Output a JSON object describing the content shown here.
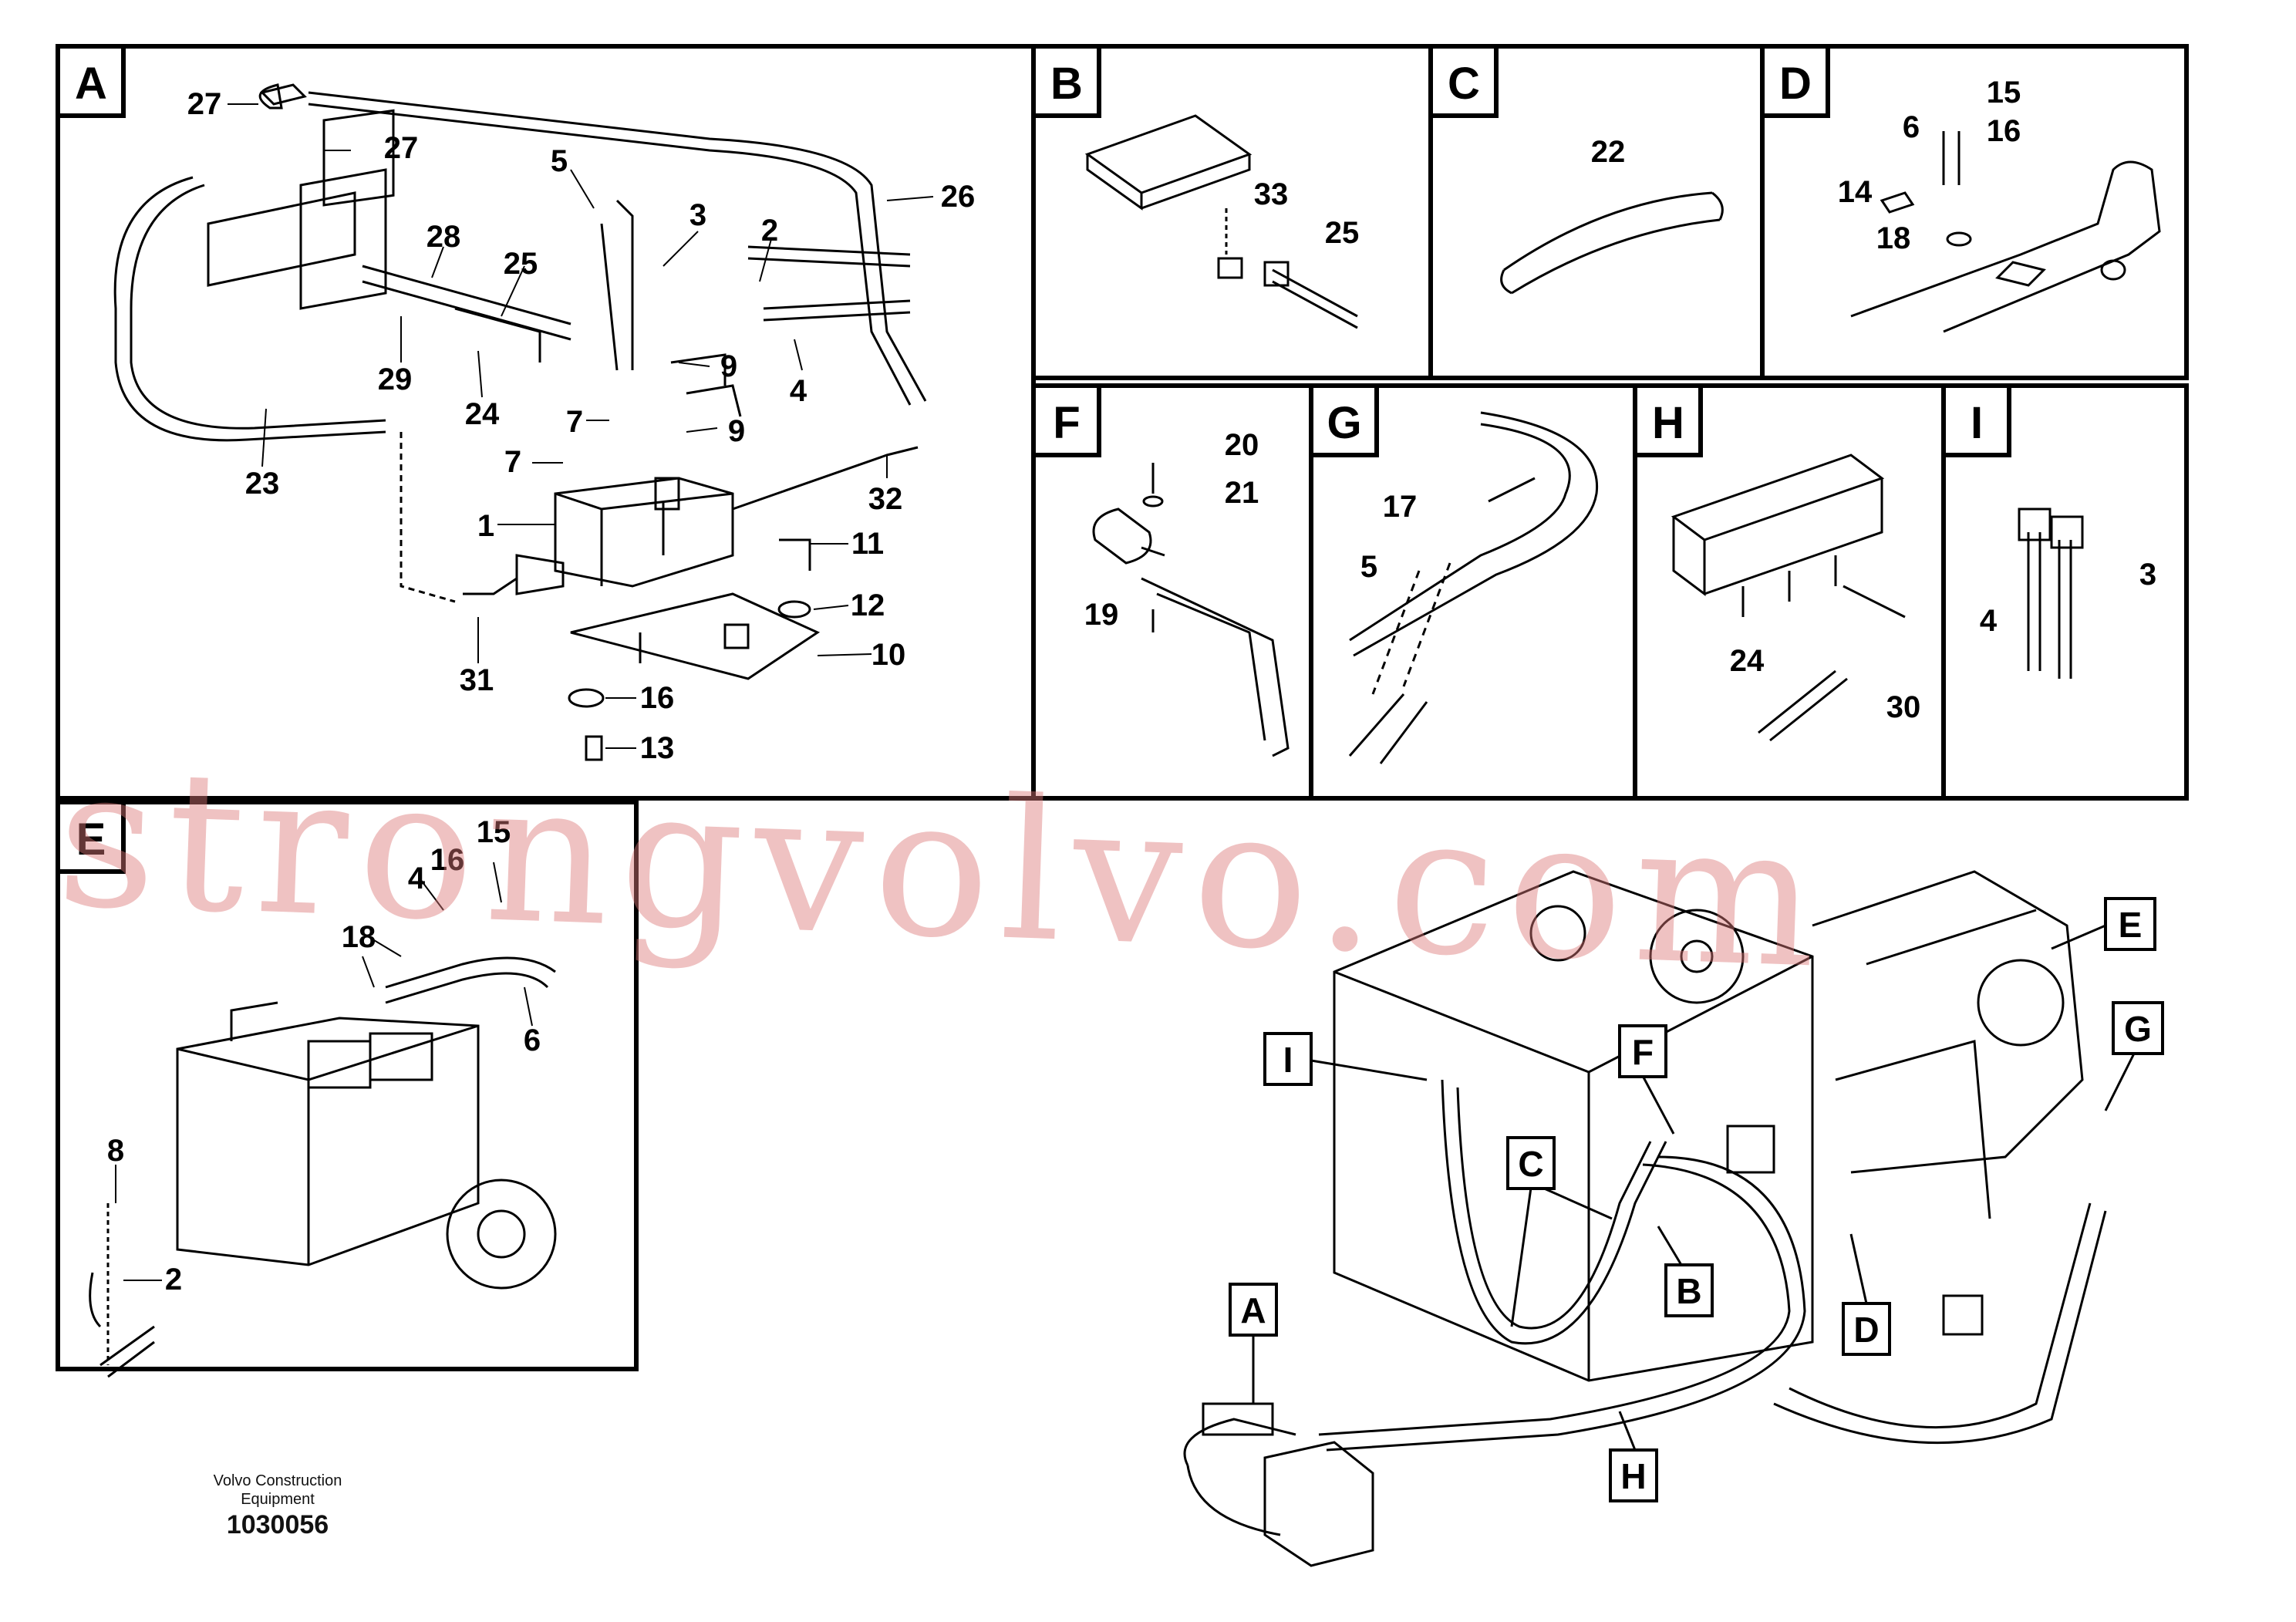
{
  "panels": [
    {
      "id": "A",
      "tag": "A"
    },
    {
      "id": "B",
      "tag": "B"
    },
    {
      "id": "C",
      "tag": "C"
    },
    {
      "id": "D",
      "tag": "D"
    },
    {
      "id": "F",
      "tag": "F"
    },
    {
      "id": "G",
      "tag": "G"
    },
    {
      "id": "H",
      "tag": "H"
    },
    {
      "id": "I",
      "tag": "I"
    },
    {
      "id": "E",
      "tag": "E"
    }
  ],
  "callouts": {
    "A": [
      "27",
      "27",
      "28",
      "25",
      "5",
      "3",
      "2",
      "26",
      "29",
      "24",
      "7",
      "9",
      "7",
      "9",
      "4",
      "23",
      "32",
      "1",
      "11",
      "12",
      "31",
      "10",
      "16",
      "13"
    ],
    "B": [
      "33",
      "25"
    ],
    "C": [
      "22"
    ],
    "D": [
      "15",
      "6",
      "16",
      "14",
      "18"
    ],
    "F": [
      "20",
      "21",
      "19"
    ],
    "G": [
      "17",
      "5"
    ],
    "H": [
      "24",
      "30"
    ],
    "I": [
      "3",
      "4"
    ],
    "E": [
      "15",
      "4",
      "16",
      "18",
      "6",
      "8",
      "2"
    ]
  },
  "overview_tags": [
    "I",
    "F",
    "E",
    "G",
    "C",
    "B",
    "A",
    "D",
    "H"
  ],
  "footer": {
    "company": "Volvo Construction Equipment",
    "drawing_number": "1030056"
  },
  "watermark": "strongvolvo.com"
}
